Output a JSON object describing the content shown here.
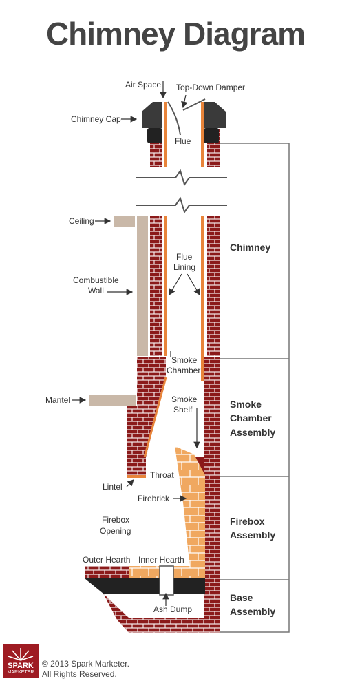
{
  "title": "Chimney Diagram",
  "labels": {
    "air_space": "Air Space",
    "top_down_damper": "Top-Down Damper",
    "chimney_cap": "Chimney Cap",
    "flue": "Flue",
    "ceiling": "Ceiling",
    "flue_lining_1": "Flue",
    "flue_lining_2": "Lining",
    "combustible_wall_1": "Combustible",
    "combustible_wall_2": "Wall",
    "smoke_chamber_1": "Smoke",
    "smoke_chamber_2": "Chamber",
    "smoke_shelf_1": "Smoke",
    "smoke_shelf_2": "Shelf",
    "mantel": "Mantel",
    "throat": "Throat",
    "lintel": "Lintel",
    "firebrick": "Firebrick",
    "firebox_opening_1": "Firebox",
    "firebox_opening_2": "Opening",
    "outer_hearth": "Outer Hearth",
    "inner_hearth": "Inner Hearth",
    "ash_dump": "Ash Dump"
  },
  "sections": {
    "chimney": "Chimney",
    "smoke_chamber_assembly_1": "Smoke",
    "smoke_chamber_assembly_2": "Chamber",
    "smoke_chamber_assembly_3": "Assembly",
    "firebox_assembly_1": "Firebox",
    "firebox_assembly_2": "Assembly",
    "base_assembly_1": "Base",
    "base_assembly_2": "Assembly"
  },
  "footer": {
    "logo_top": "SPARK",
    "logo_bottom": "MARKETER",
    "copyright_line1": "© 2013 Spark Marketer.",
    "copyright_line2": "All Rights Reserved."
  },
  "colors": {
    "brick": "#8b1a1a",
    "mortar": "#f3e6e6",
    "flue_liner": "#e8843a",
    "firebrick": "#f0a860",
    "wall": "#c9b8a8",
    "cap": "#333333",
    "hearth": "#222222",
    "section_line": "#777777"
  }
}
